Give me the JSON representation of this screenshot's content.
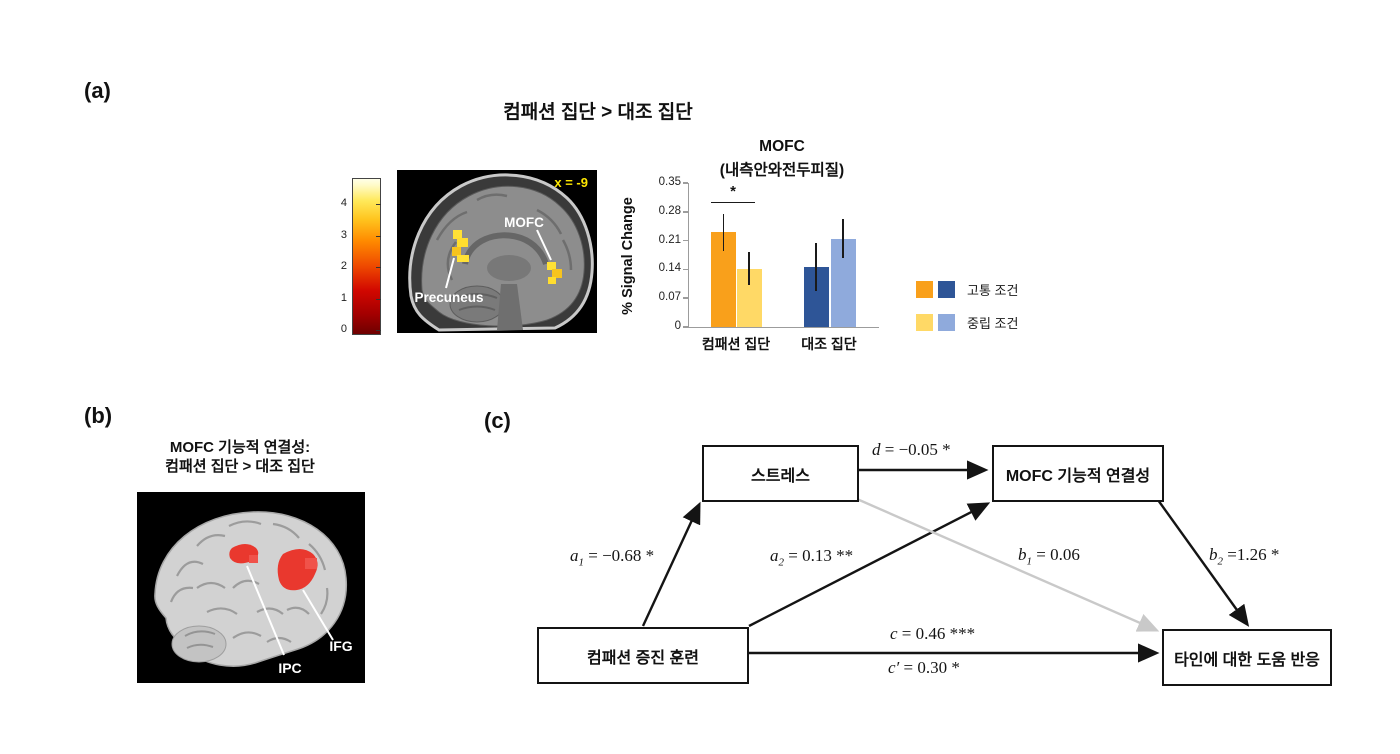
{
  "figure": {
    "panel_a_label": "(a)",
    "panel_b_label": "(b)",
    "panel_c_label": "(c)"
  },
  "colors": {
    "pain_compassion": "#F9A01B",
    "neutral_compassion": "#FFD966",
    "pain_control": "#2E5597",
    "neutral_control": "#8FAADC",
    "axis_gray": "#9C9C9C",
    "indirect_gray": "#C9C9C9",
    "activation_yellow": "#FFE135",
    "activation_red": "#E9382E"
  },
  "panel_a": {
    "title": "컴패션 집단 > 대조 집단",
    "colorbar": {
      "tick_values": [
        4,
        3,
        2,
        1,
        0
      ]
    },
    "brain": {
      "slice_coordinate": "x = -9",
      "labels": {
        "mofc": "MOFC",
        "precuneus": "Precuneus"
      }
    },
    "legend": {
      "rows": [
        {
          "label": "고통 조건"
        },
        {
          "label": "중립 조건"
        }
      ]
    }
  },
  "chart_data": {
    "type": "bar",
    "title_line1": "MOFC",
    "title_line2": "(내측안와전두피질)",
    "ylabel": "% Signal Change",
    "ylim": [
      0,
      0.35
    ],
    "yticks": [
      {
        "value": 0,
        "label": "0"
      },
      {
        "value": 0.07,
        "label": "0.07"
      },
      {
        "value": 0.14,
        "label": "0.14"
      },
      {
        "value": 0.21,
        "label": "0.21"
      },
      {
        "value": 0.28,
        "label": "0.28"
      },
      {
        "value": 0.35,
        "label": "0.35"
      }
    ],
    "categories": [
      "컴패션 집단",
      "대조 집단"
    ],
    "series": [
      {
        "name": "고통 조건",
        "values": [
          0.23,
          0.145
        ],
        "errors": [
          0.045,
          0.058
        ],
        "color_keys": [
          "pain_compassion",
          "pain_control"
        ]
      },
      {
        "name": "중립 조건",
        "values": [
          0.142,
          0.215
        ],
        "errors": [
          0.04,
          0.047
        ],
        "color_keys": [
          "neutral_compassion",
          "neutral_control"
        ]
      }
    ],
    "significance": {
      "symbol": "*"
    },
    "legend_position": "right",
    "grid": false
  },
  "panel_b": {
    "title_line1": "MOFC 기능적 연결성:",
    "title_line2": "컴패션 집단 > 대조 집단",
    "brain_labels": {
      "ipc": "IPC",
      "ifg": "IFG"
    }
  },
  "panel_c": {
    "boxes": {
      "stress": "스트레스",
      "mofc": "MOFC 기능적 연결성",
      "training": "컴패션 증진 훈련",
      "helping": "타인에 대한 도움 반응"
    },
    "paths": {
      "a1": {
        "v": "a",
        "s": "1",
        "r": " = −0.68 *"
      },
      "a2": {
        "v": "a",
        "s": "2",
        "r": " = 0.13 **"
      },
      "d": {
        "v": "d",
        "s": "",
        "r": " = −0.05 *"
      },
      "b1": {
        "v": "b",
        "s": "1",
        "r": " = 0.06"
      },
      "b2": {
        "v": "b",
        "s": "2",
        "r": " =1.26 *"
      },
      "c": {
        "v": "c",
        "s": "",
        "r": " = 0.46 ***"
      },
      "cp": {
        "v": "c′",
        "s": "",
        "r": " = 0.30 *"
      }
    }
  }
}
